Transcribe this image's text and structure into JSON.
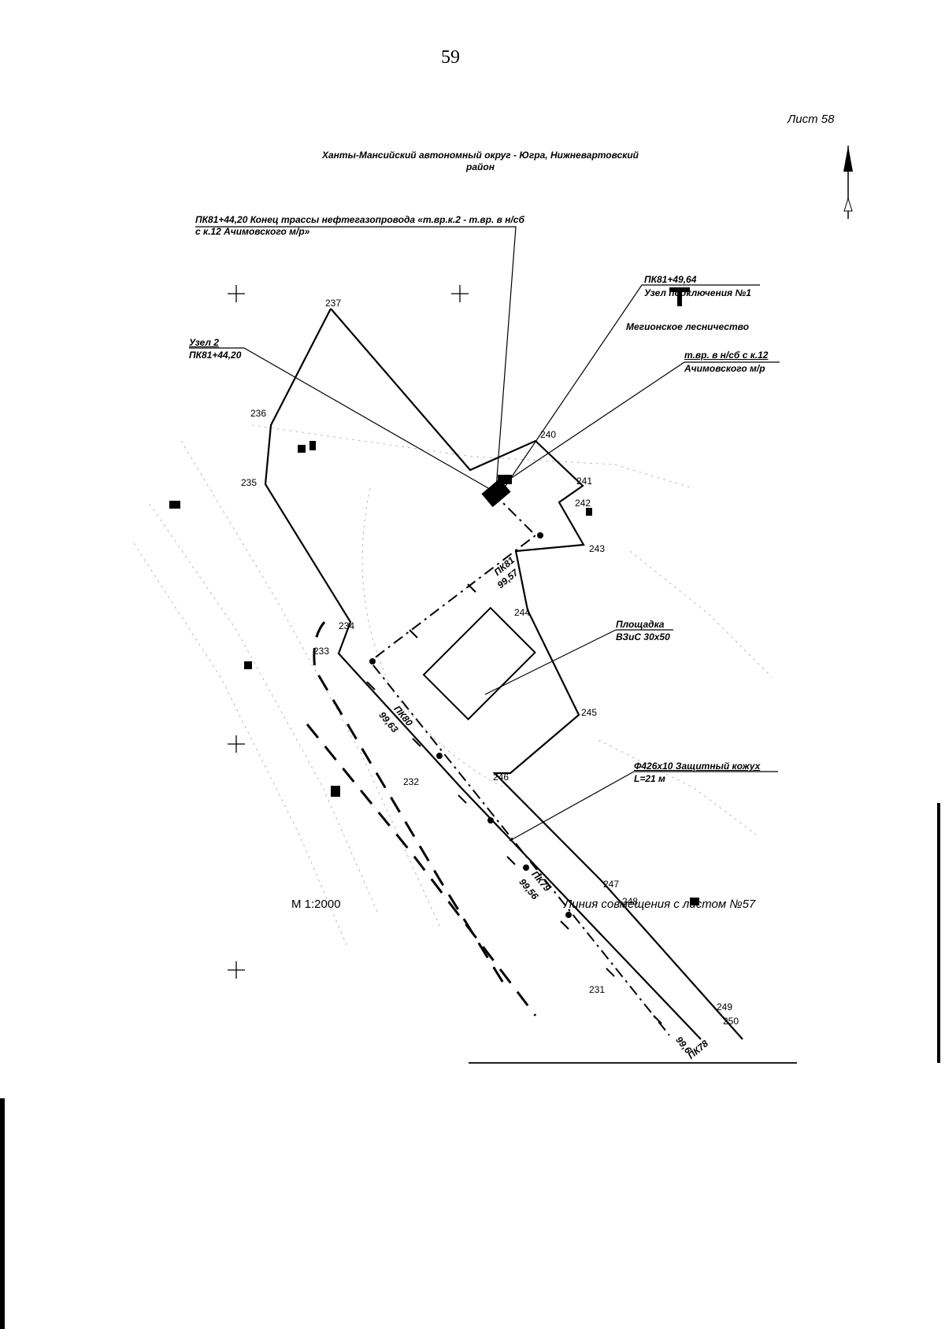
{
  "page_number": "59",
  "sheet_label": "Лист 58",
  "region_title": "Ханты-Мансийский автономный округ - Югра, Нижневартовский район",
  "scale": "М 1:2000",
  "alignment_line": "Линия совмещения с листом №57",
  "labels": {
    "end_route": "ПК81+44,20 Конец трассы нефтегазопровода «т.вр.к.2 - т.вр. в н/сб с к.12 Ачимовского м/р»",
    "pk_top": "ПК81+49,64",
    "connection_node": "Узел подключения №1",
    "forestry": "Мегионское лесничество",
    "pipe_a": "т.вр. в н/сб с к.12",
    "pipe_b": "Ачимовского м/р",
    "node2_a": "Узел 2",
    "node2_b": "ПК81+44,20",
    "site_a": "Площадка",
    "site_b": "ВЗиС 30х50",
    "casing_a": "Ф426х10 Защитный кожух",
    "casing_b": "L=21 м",
    "pk81": "ПК81",
    "pk81_v": "99,57",
    "pk80": "ПК80",
    "pk80_v": "99,63",
    "pk79": "ПК79",
    "pk79_v": "99,56",
    "pk78": "ПК78",
    "pk78_v": "99,6"
  },
  "points": [
    {
      "id": "231"
    },
    {
      "id": "232"
    },
    {
      "id": "233"
    },
    {
      "id": "234"
    },
    {
      "id": "235"
    },
    {
      "id": "236"
    },
    {
      "id": "237"
    },
    {
      "id": "240"
    },
    {
      "id": "241"
    },
    {
      "id": "242"
    },
    {
      "id": "243"
    },
    {
      "id": "244"
    },
    {
      "id": "245"
    },
    {
      "id": "246"
    },
    {
      "id": "247"
    },
    {
      "id": "248"
    },
    {
      "id": "249"
    },
    {
      "id": "250"
    }
  ]
}
